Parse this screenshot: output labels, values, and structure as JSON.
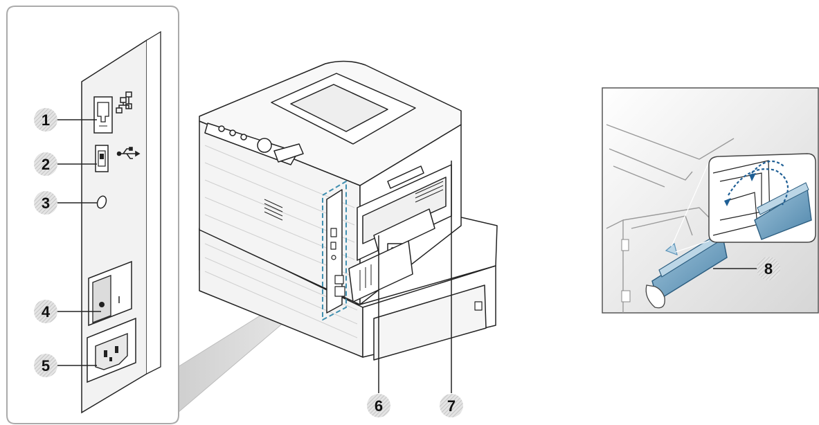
{
  "callouts": [
    {
      "id": "1",
      "label": "1"
    },
    {
      "id": "2",
      "label": "2"
    },
    {
      "id": "3",
      "label": "3"
    },
    {
      "id": "4",
      "label": "4"
    },
    {
      "id": "5",
      "label": "5"
    },
    {
      "id": "6",
      "label": "6"
    },
    {
      "id": "7",
      "label": "7"
    },
    {
      "id": "8",
      "label": "8"
    }
  ],
  "icons": {
    "network": "network-port-icon",
    "usb": "usb-port-icon",
    "reset": "reset-hole-icon",
    "power_switch": "power-switch-icon",
    "power_socket": "power-socket-icon",
    "printer": "printer-rear-view",
    "duplex_unit": "duplex-unit-icon"
  },
  "colors": {
    "outline": "#222222",
    "panel_fill": "#f2f2f2",
    "accent_blue": "#5b93b8",
    "highlight_dash": "#3f8fb0",
    "callout_bg": "#d9d9d9"
  }
}
